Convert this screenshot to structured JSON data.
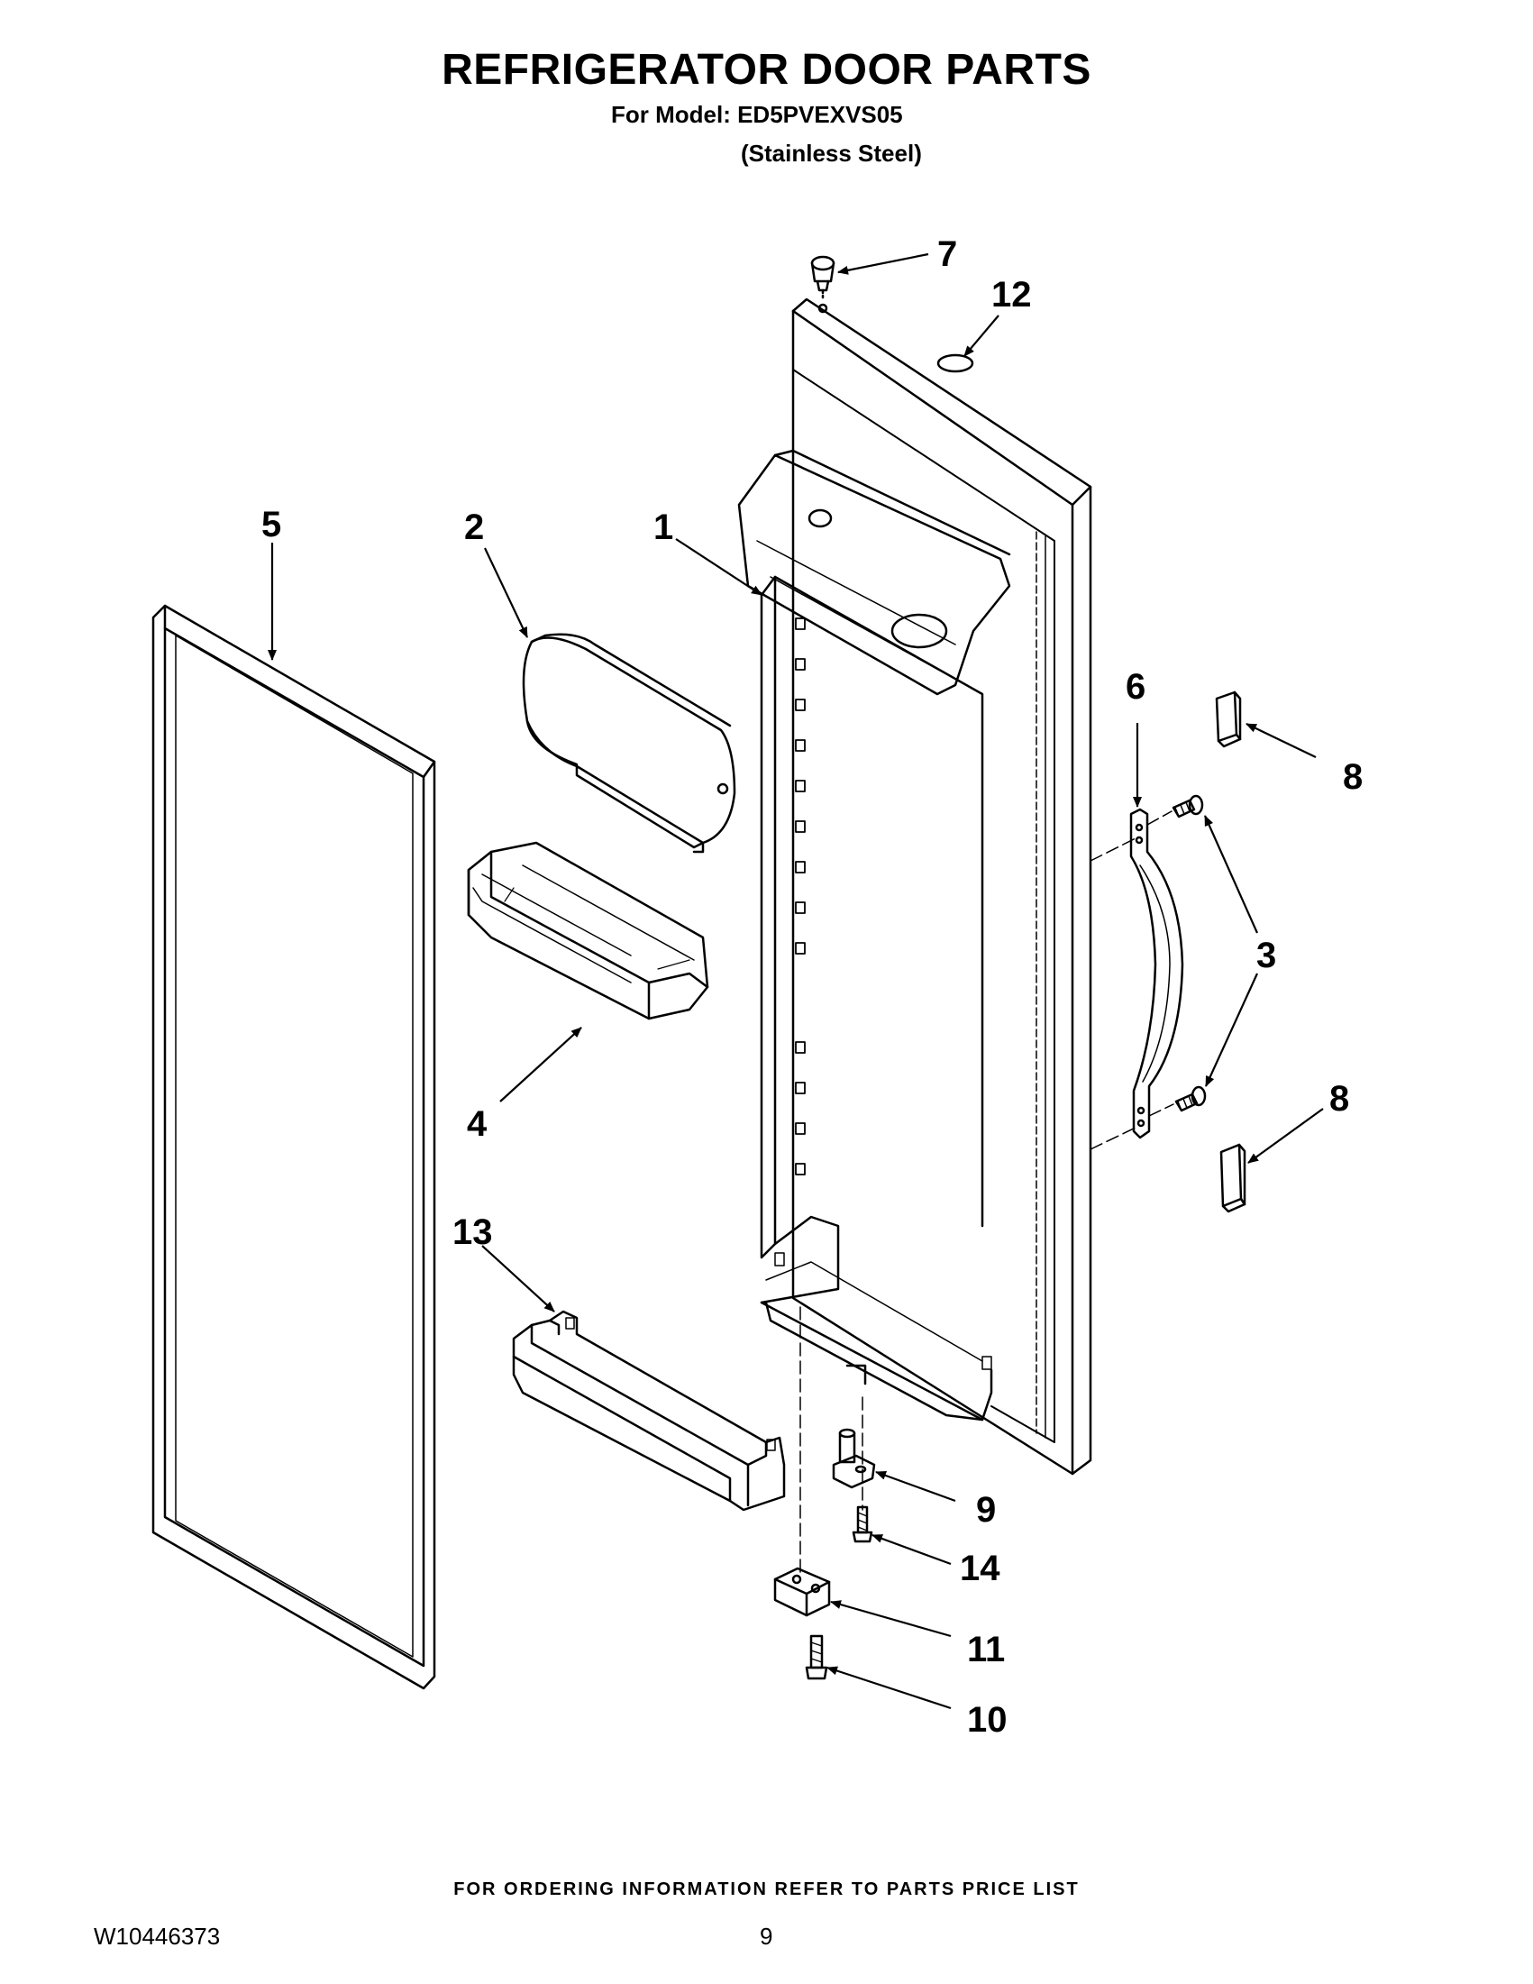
{
  "page": {
    "title": "REFRIGERATOR DOOR PARTS",
    "model_line": "For Model: ED5PVEXVS05",
    "finish_line": "(Stainless Steel)",
    "footer_note": "FOR ORDERING INFORMATION REFER TO PARTS PRICE LIST",
    "doc_number": "W10446373",
    "page_number": "9"
  },
  "callouts": {
    "c1": "1",
    "c2": "2",
    "c3": "3",
    "c4": "4",
    "c5": "5",
    "c6": "6",
    "c7": "7",
    "c8a": "8",
    "c8b": "8",
    "c9": "9",
    "c10": "10",
    "c11": "11",
    "c12": "12",
    "c13": "13",
    "c14": "14"
  }
}
